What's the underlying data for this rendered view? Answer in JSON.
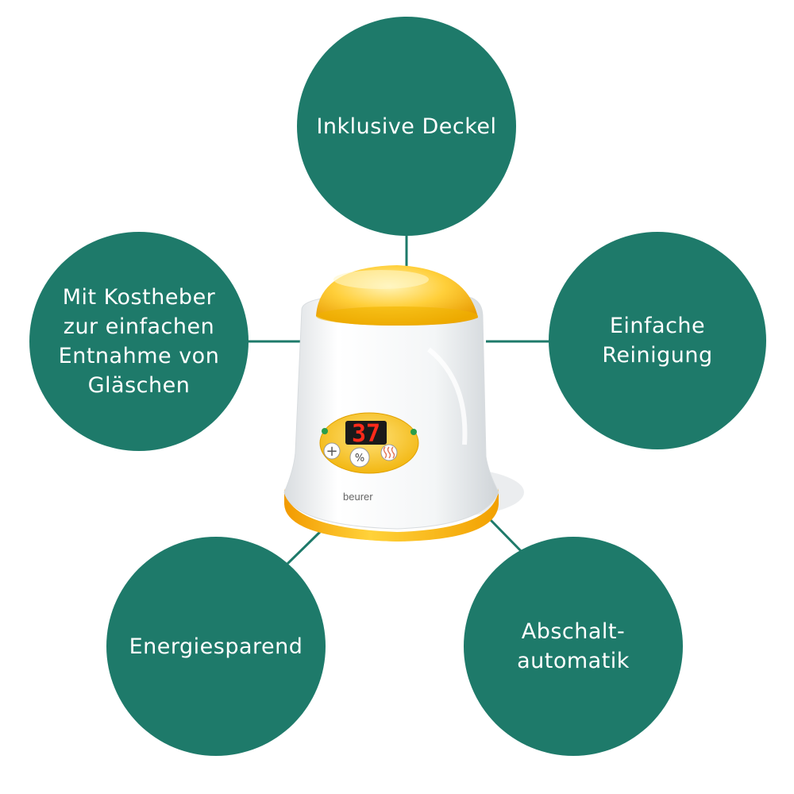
{
  "features": {
    "top": [
      "Inklusive Deckel"
    ],
    "left": [
      "Mit Kostheber",
      "zur einfachen",
      "Entnahme von",
      "Gläschen"
    ],
    "right": [
      "Einfache",
      "Reinigung"
    ],
    "bottom_left": [
      "Energiesparend"
    ],
    "bottom_right": [
      "Abschalt-",
      "automatik"
    ]
  },
  "device": {
    "display_value": "37",
    "brand": "beurer"
  },
  "colors": {
    "circle": "#1e7a6a",
    "accent": "#f7b500",
    "display": "#ff2a1a"
  }
}
